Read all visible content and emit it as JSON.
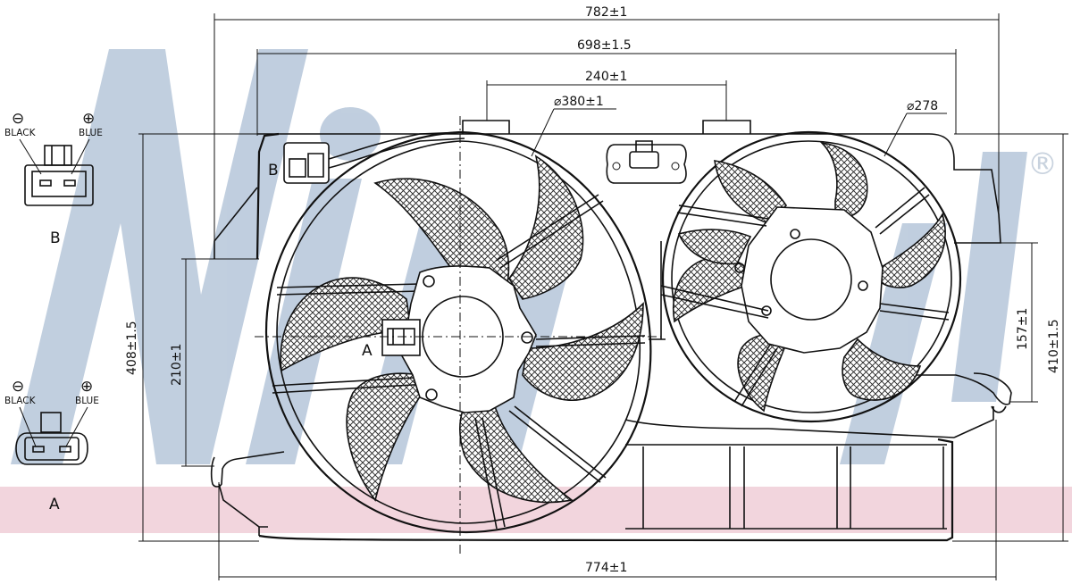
{
  "brand": {
    "watermark_color": "#8ea7c5",
    "band_color": "#f2d5dd"
  },
  "dimensions": {
    "overall_width": "782±1",
    "mount_width": "698±1.5",
    "fan_spacing": "240±1",
    "big_fan_diameter": "⌀380±1",
    "small_fan_diameter": "⌀278",
    "overall_height_left": "408±1.5",
    "overall_height_right": "410±1.5",
    "height_210": "210±1",
    "height_157": "157±1",
    "bottom_width": "774±1"
  },
  "connectors": {
    "B": {
      "letter": "B",
      "pin_left_symbol": "⊖",
      "pin_left_label": "BLACK",
      "pin_right_symbol": "⊕",
      "pin_right_label": "BLUE"
    },
    "A": {
      "letter": "A",
      "pin_left_symbol": "⊖",
      "pin_left_label": "BLACK",
      "pin_right_symbol": "⊕",
      "pin_right_label": "BLUE"
    }
  },
  "callouts": {
    "connector_b": "B",
    "connector_a": "A"
  },
  "registered_mark": "®"
}
